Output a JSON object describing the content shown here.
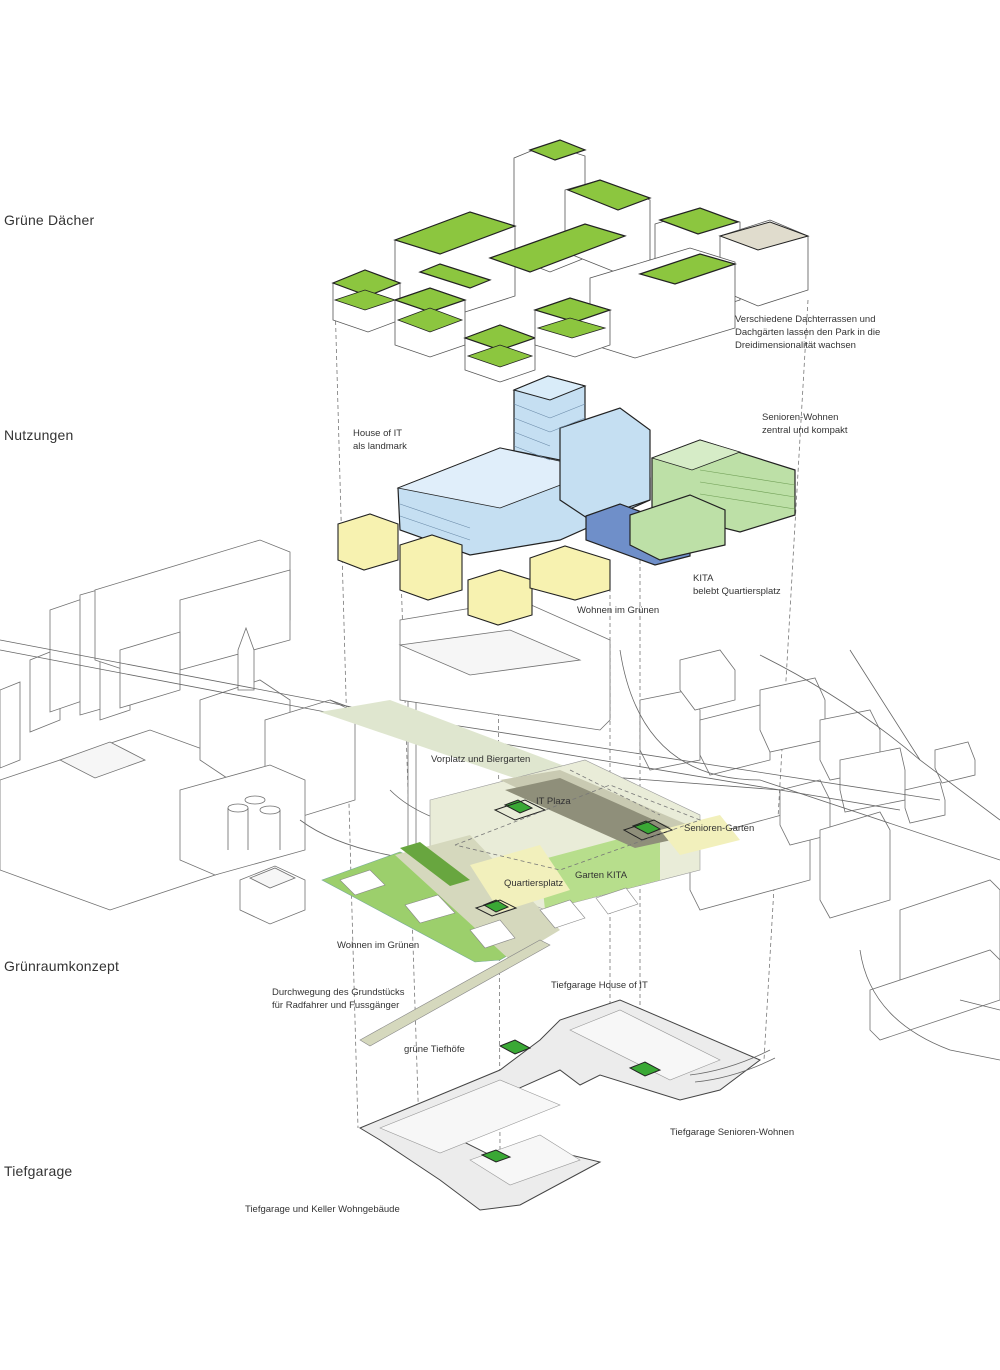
{
  "layers": {
    "gruene_daecher": "Grüne Dächer",
    "nutzungen": "Nutzungen",
    "gruenraumkonzept": "Grünraumkonzept",
    "tiefgarage": "Tiefgarage"
  },
  "annotations": {
    "dachterrassen": [
      "Verschiedene Dachterrassen und",
      "Dachgärten lassen den Park in die",
      "Dreidimensionalität wachsen"
    ],
    "house_of_it": [
      "House of IT",
      "als landmark"
    ],
    "senioren_wohnen": [
      "Senioren-Wohnen",
      "zentral und kompakt"
    ],
    "kita": [
      "KITA",
      "belebt Quartiersplatz"
    ],
    "wohnen_im_gruenen_top": "Wohnen im Grünen",
    "vorplatz": "Vorplatz und Biergarten",
    "it_plaza": "IT Plaza",
    "senioren_garten": "Senioren-Garten",
    "quartiersplatz": "Quartiersplatz",
    "garten_kita": "Garten KITA",
    "wohnen_im_gruenen_ground": "Wohnen im Grünen",
    "durchwegung": [
      "Durchwegung des Grundstücks",
      "für Radfahrer und Fussgänger"
    ],
    "tiefgarage_house_of_it": "Tiefgarage House of IT",
    "gruene_tiefhoefe": "grüne Tiefhöfe",
    "tiefgarage_senioren": "Tiefgarage Senioren-Wohnen",
    "tiefgarage_wohngebaeude": "Tiefgarage und Keller Wohngebäude"
  },
  "colors": {
    "roof_green": "#8cc63f",
    "house_of_it_blue": "#c5dff2",
    "senioren_green": "#bde0a7",
    "wohnen_yellow": "#f7f2b0",
    "kita_blue": "#6f8fc9",
    "park_green": "#9ccf6c",
    "plaza_gray": "#b8bba2",
    "garage_gray": "#ececec",
    "courtyard_green": "#3aa835",
    "outline": "#555555"
  }
}
